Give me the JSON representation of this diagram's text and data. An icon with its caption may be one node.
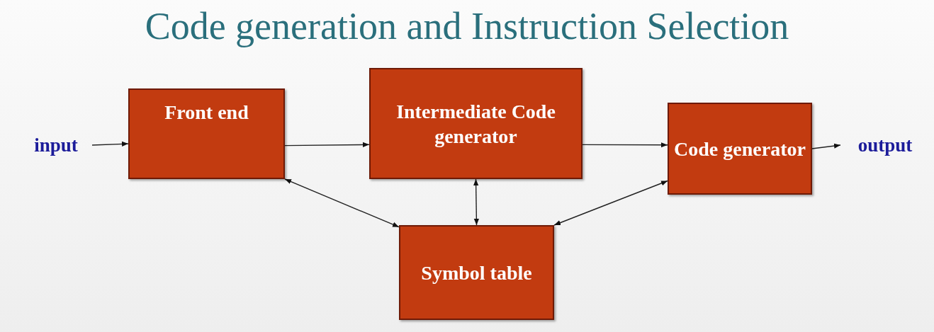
{
  "diagram": {
    "title": "Code generation and Instruction Selection",
    "nodes": [
      {
        "text": [
          "input"
        ]
      },
      {
        "text": [
          "Front end"
        ]
      },
      {
        "text": [
          "Intermediate Code generator"
        ]
      },
      {
        "text": [
          "Code generator"
        ]
      },
      {
        "text": [
          "output"
        ]
      },
      {
        "text": [
          "Symbol table"
        ]
      }
    ],
    "edges": [
      {
        "from": 0,
        "to": 1,
        "arrow": "to"
      },
      {
        "from": 1,
        "to": 2,
        "arrow": "to"
      },
      {
        "from": 2,
        "to": 3,
        "arrow": "to"
      },
      {
        "from": 3,
        "to": 4,
        "arrow": "to"
      },
      {
        "from": 1,
        "to": 5,
        "arrow": "both"
      },
      {
        "from": 2,
        "to": 5,
        "arrow": "both"
      },
      {
        "from": 3,
        "to": 5,
        "arrow": "both"
      }
    ]
  }
}
